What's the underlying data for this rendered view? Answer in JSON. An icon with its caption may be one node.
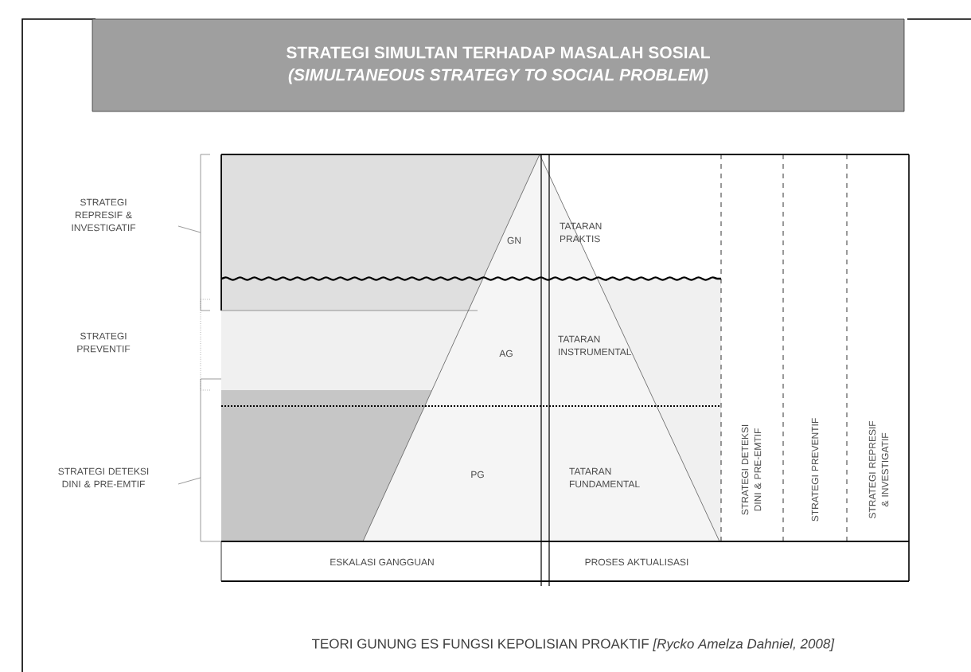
{
  "diagram": {
    "nodes": [
      {
        "text": [
          "STRATEGI SIMULTAN TERHADAP MASALAH SOSIAL",
          "(SIMULTANEOUS  STRATEGY TO SOCIAL PROBLEM)"
        ]
      }
    ],
    "labels": [
      "STRATEGI REPRESIF & INVESTIGATIF",
      "STRATEGI PREVENTIF",
      "STRATEGI DETEKSI DINI & PRE-EMTIF",
      "GN",
      "TATARAN PRAKTIS",
      "AG",
      "TATARAN INSTRUMENTAL",
      "PG",
      "TATARAN FUNDAMENTAL",
      "STRATEGI DETEKSI DINI & PRE-EMTIF",
      "STRATEGI PREVENTIF",
      "STRATEGI REPRESIF & INVESTIGATIF",
      "ESKALASI GANGGUAN",
      "PROSES AKTUALISASI"
    ],
    "caption": "TEORI GUNUNG ES FUNGSI KEPOLISIAN PROAKTIF  *[Rycko Amelza Dahniel, 2008]*"
  }
}
